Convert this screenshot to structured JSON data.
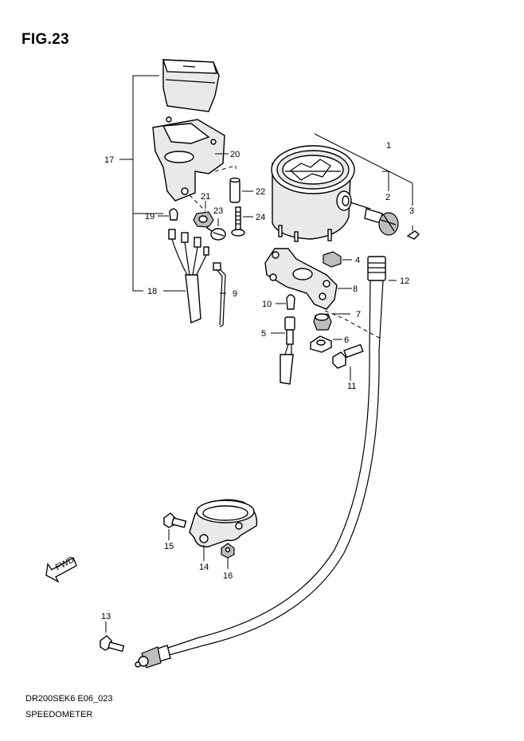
{
  "figure": {
    "title": "FIG.23",
    "code": "DR200SEK6 E06_023",
    "name": "SPEEDOMETER"
  },
  "callouts": [
    "1",
    "2",
    "3",
    "4",
    "5",
    "6",
    "7",
    "8",
    "9",
    "10",
    "11",
    "12",
    "13",
    "14",
    "15",
    "16",
    "17",
    "18",
    "19",
    "20",
    "21",
    "22",
    "23",
    "24"
  ],
  "fwd_label": "FWD"
}
